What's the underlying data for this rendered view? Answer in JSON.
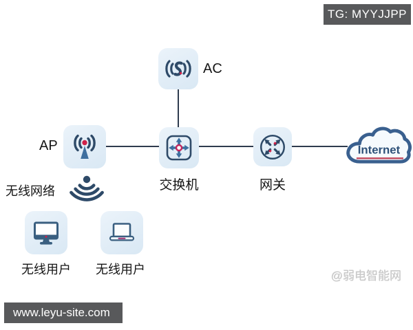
{
  "overlays": {
    "tg_badge": "TG: MYYJJPP",
    "site_watermark": "www.leyu-site.com",
    "credit_watermark": "@弱电智能网"
  },
  "diagram": {
    "nodes": {
      "ac": {
        "label": "AC",
        "icon": "wireless-controller-icon"
      },
      "ap": {
        "label": "AP",
        "icon": "access-point-icon"
      },
      "switch": {
        "label": "交换机",
        "icon": "switch-arrows-icon"
      },
      "gateway": {
        "label": "网关",
        "icon": "router-arrows-icon"
      },
      "internet": {
        "label": "Internet",
        "icon": "cloud-icon"
      },
      "wireless_network": {
        "label": "无线网络",
        "icon": "wifi-signal-icon"
      },
      "desktop_user": {
        "label": "无线用户",
        "icon": "desktop-monitor-icon"
      },
      "laptop_user": {
        "label": "无线用户",
        "icon": "laptop-icon"
      }
    },
    "connections": [
      {
        "from": "AC",
        "to": "交换机"
      },
      {
        "from": "AP",
        "to": "交换机"
      },
      {
        "from": "交换机",
        "to": "网关"
      },
      {
        "from": "网关",
        "to": "Internet"
      },
      {
        "from": "AP",
        "to": "无线用户",
        "type": "wireless"
      }
    ],
    "colors": {
      "node_background": "#dce9f5",
      "icon_dark_blue": "#2e4a68",
      "icon_mid_blue": "#3e6f9f",
      "device_slate_blue": "#3a5f80",
      "accent_red": "#cf2148",
      "accent_magenta": "#a23a78",
      "connector_line": "#2e3b4e",
      "badge_background": "#58595b",
      "cloud_outline": "#3a608f",
      "cloud_red_line": "#c44f63",
      "watermark_gray": "#c9c9c9"
    }
  }
}
